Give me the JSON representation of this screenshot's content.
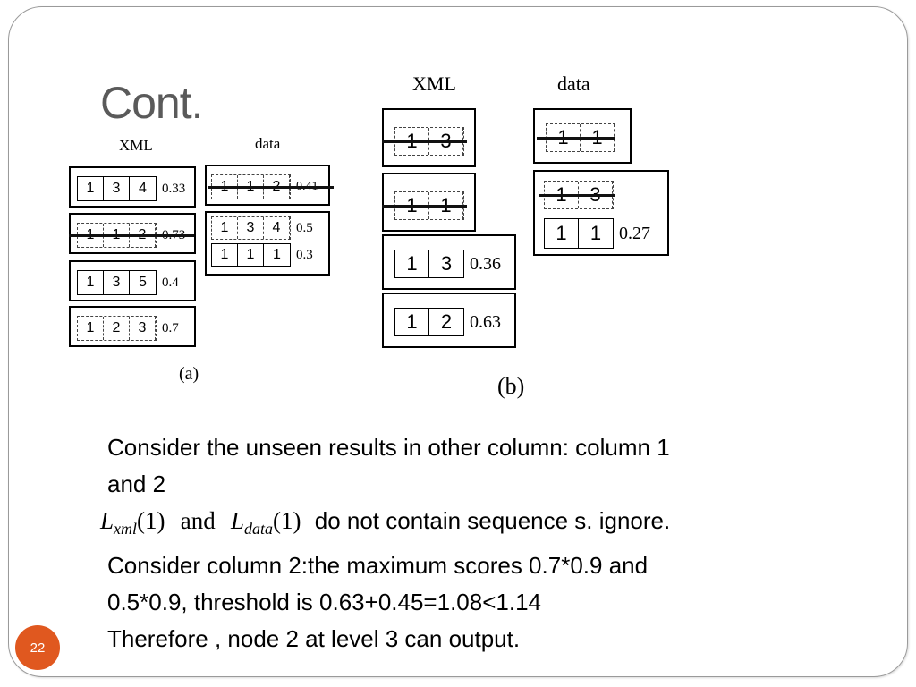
{
  "slide": {
    "title": "Cont.",
    "page_number": "22",
    "colors": {
      "title": "#5a5a5a",
      "badge": "#e0581f",
      "frame": "#9a9a9a"
    }
  },
  "figure_a": {
    "xml_header": "XML",
    "data_header": "data",
    "caption": "(a)",
    "xml_entries": [
      {
        "cells": [
          "1",
          "3",
          "4"
        ],
        "score": "0.33",
        "struck": false,
        "dashed": false
      },
      {
        "cells": [
          "1",
          "1",
          "2"
        ],
        "score": "0.73",
        "struck": true,
        "dashed": true
      },
      {
        "cells": [
          "1",
          "3",
          "5"
        ],
        "score": "0.4",
        "struck": false,
        "dashed": false
      },
      {
        "cells": [
          "1",
          "2",
          "3"
        ],
        "score": "0.7",
        "struck": false,
        "dashed": true
      }
    ],
    "data_entries": [
      {
        "cells": [
          "1",
          "1",
          "2"
        ],
        "score": "0.41",
        "struck": true,
        "dashed": true
      },
      {
        "cells": [
          "1",
          "3",
          "4"
        ],
        "score": "0.5",
        "struck": false,
        "dashed": true
      },
      {
        "cells": [
          "1",
          "1",
          "1"
        ],
        "score": "0.3",
        "struck": false,
        "dashed": false
      }
    ]
  },
  "figure_b": {
    "xml_header": "XML",
    "data_header": "data",
    "caption": "(b)",
    "xml_entries": [
      {
        "cells": [
          "1",
          "3"
        ],
        "score": "",
        "struck": true,
        "dashed": true
      },
      {
        "cells": [
          "1",
          "1"
        ],
        "score": "",
        "struck": true,
        "dashed": true
      },
      {
        "cells": [
          "1",
          "3"
        ],
        "score": "0.36",
        "struck": false,
        "dashed": false
      },
      {
        "cells": [
          "1",
          "2"
        ],
        "score": "0.63",
        "struck": false,
        "dashed": false
      }
    ],
    "data_entries": [
      {
        "cells": [
          "1",
          "1"
        ],
        "score": "",
        "struck": true,
        "dashed": true
      },
      {
        "cells": [
          "1",
          "3"
        ],
        "score": "",
        "struck": true,
        "dashed": true
      },
      {
        "cells": [
          "1",
          "1"
        ],
        "score": "0.27",
        "struck": false,
        "dashed": false
      }
    ]
  },
  "body": {
    "line1": "Consider the unseen results in other column: column 1",
    "line2": "and 2",
    "math_L1": "L",
    "math_sub1": "xml",
    "math_arg1": "(1)",
    "math_and": "and",
    "math_L2": "L",
    "math_sub2": "data",
    "math_arg2": "(1)",
    "line3_rest": "do not contain sequence s. ignore.",
    "line4": "Consider column 2:the maximum scores 0.7*0.9 and",
    "line5": "0.5*0.9, threshold is 0.63+0.45=1.08<1.14",
    "line6": "Therefore , node 2  at level 3 can output."
  }
}
